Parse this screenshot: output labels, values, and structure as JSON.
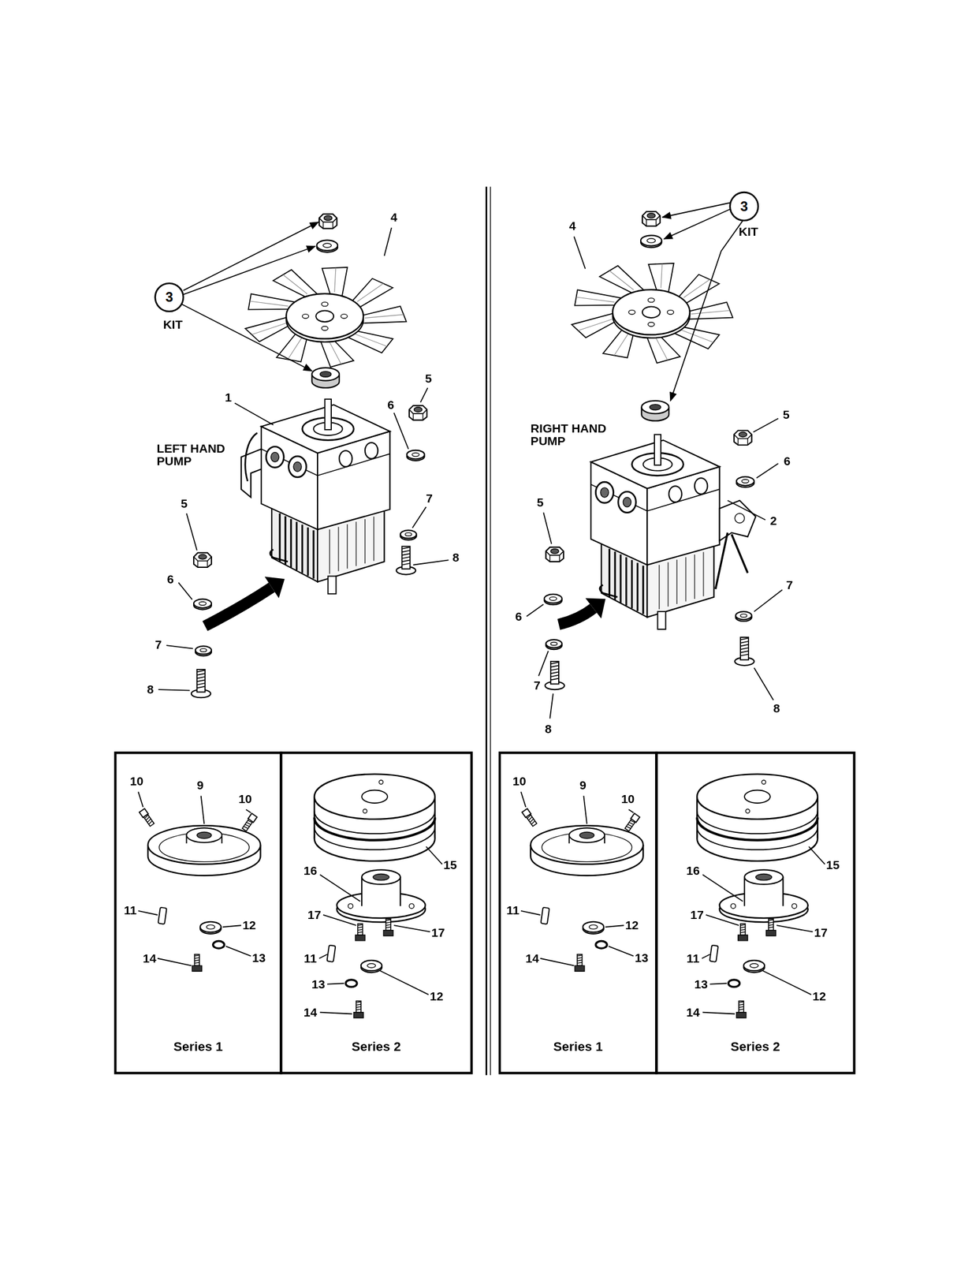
{
  "diagram": {
    "nodes": [
      {
        "text": [
          "3"
        ]
      },
      {
        "text": [
          "3"
        ]
      },
      {
        "text": [
          "Series 1"
        ]
      },
      {
        "text": [
          "Series 2"
        ]
      },
      {
        "text": [
          "Series 1"
        ]
      },
      {
        "text": [
          "Series 2"
        ]
      }
    ],
    "labels": [
      "KIT",
      "4",
      "1",
      "LEFT HAND PUMP",
      "5",
      "6",
      "7",
      "8",
      "5",
      "6",
      "7",
      "8",
      "KIT",
      "4",
      "RIGHT HAND PUMP",
      "5",
      "6",
      "2",
      "5",
      "7",
      "6",
      "7",
      "8",
      "8",
      "10",
      "9",
      "10",
      "11",
      "12",
      "13",
      "14",
      "15",
      "16",
      "17",
      "17",
      "11",
      "13",
      "12",
      "14",
      "10",
      "9",
      "10",
      "11",
      "12",
      "13",
      "14",
      "15",
      "16",
      "17",
      "17",
      "11",
      "13",
      "12",
      "14"
    ]
  }
}
